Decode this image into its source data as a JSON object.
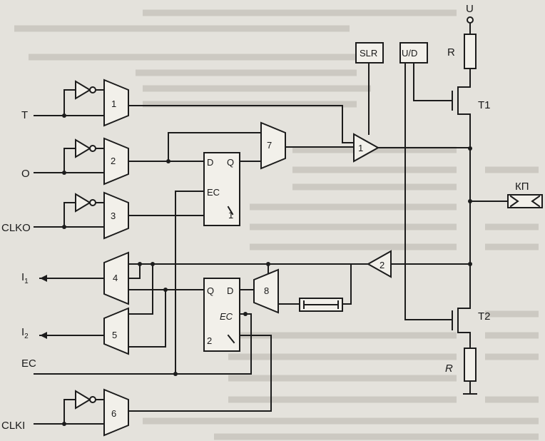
{
  "diagram": {
    "supply": "U",
    "resistor_top": "R",
    "resistor_bottom": "R",
    "transistor_top": "T1",
    "transistor_bottom": "T2",
    "pin": "КП",
    "box_slr": "SLR",
    "box_ud": "U/D",
    "inputs": {
      "t": "T",
      "o": "O",
      "clko": "CLKO",
      "ec": "EC",
      "clki": "CLKI"
    },
    "outputs": {
      "i1": "I1",
      "i2": "I2"
    },
    "i_letter": "I",
    "i1_sub": "1",
    "i2_sub": "2",
    "gates": {
      "g1": "1",
      "g2": "2",
      "g3": "3",
      "g4": "4",
      "g5": "5",
      "g6": "6",
      "g7": "7",
      "g8": "8"
    },
    "buf_out": "1",
    "buf_in": "2",
    "ff1": {
      "d": "D",
      "q": "Q",
      "ec": "EC",
      "clk": "1"
    },
    "ff2": {
      "d": "D",
      "q": "Q",
      "ec": "EC",
      "clk": "2"
    }
  }
}
